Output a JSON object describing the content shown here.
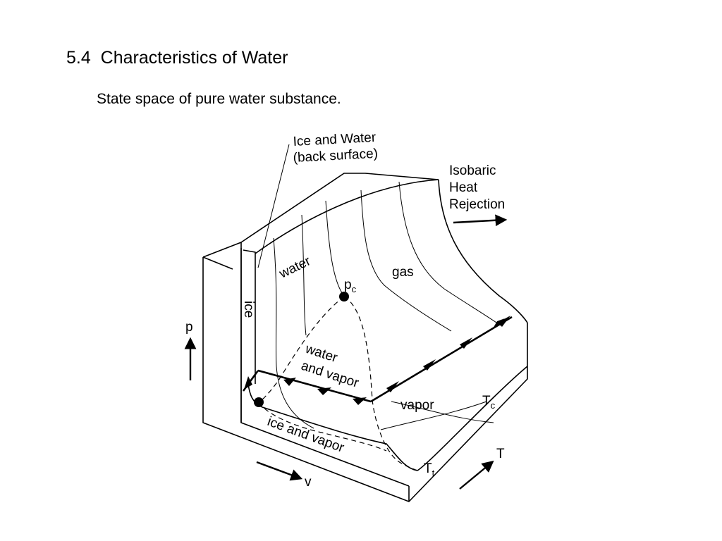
{
  "slide": {
    "heading": "5.4  Characteristics of Water",
    "subheading": "State space of pure water substance."
  },
  "diagram": {
    "labels": {
      "ice_water_line1": "Ice and Water",
      "ice_water_line2": "(back surface)",
      "isobaric_line1": "Isobaric",
      "isobaric_line2": "Heat",
      "isobaric_line3": "Rejection",
      "water": "water",
      "gas": "gas",
      "pc_base": "p",
      "pc_sub": "c",
      "ice": "ice",
      "water_vapor_line1": "water",
      "water_vapor_line2": "and vapor",
      "vapor": "vapor",
      "tc_base": "T",
      "tc_sub": "c",
      "ice_and_vapor": "ice and vapor",
      "tt_base": "T",
      "tt_sub": "t",
      "axis_p": "p",
      "axis_v": "v",
      "axis_t": "T"
    }
  }
}
